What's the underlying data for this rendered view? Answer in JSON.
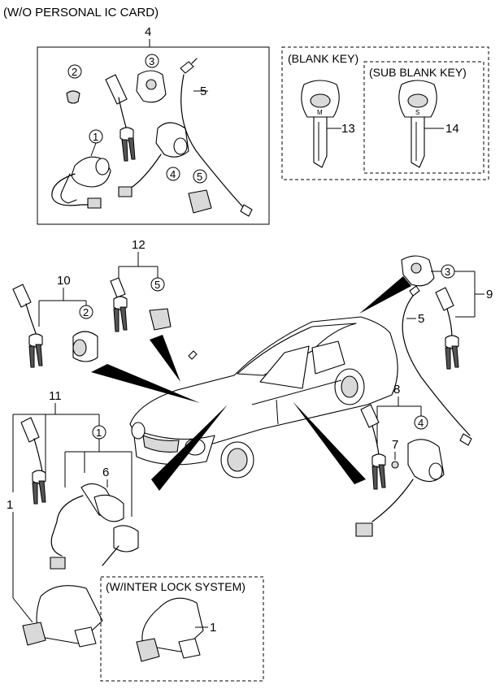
{
  "title": "(W/O PERSONAL IC CARD)",
  "sections": {
    "blank_key": "(BLANK KEY)",
    "sub_blank_key": "(SUB BLANK KEY)",
    "inter_lock": "(W/INTER LOCK SYSTEM)"
  },
  "key_badge": {
    "blank": "M",
    "sub_blank": "S"
  },
  "callouts": {
    "top_4": "4",
    "top_5": "5",
    "blank_key_13": "13",
    "sub_blank_key_14": "14",
    "c12": "12",
    "c10": "10",
    "c11": "11",
    "c9": "9",
    "c8": "8",
    "c7": "7",
    "c6": "6",
    "cable_5": "5",
    "left_1": "1",
    "inter_1": "1"
  },
  "circled_labels": {
    "top_2": "2",
    "top_3": "3",
    "top_1": "1",
    "top_4": "4",
    "top_5": "5",
    "g12_5": "5",
    "g10_2": "2",
    "g9_3": "3",
    "g8_4": "4",
    "g11_1": "1"
  }
}
